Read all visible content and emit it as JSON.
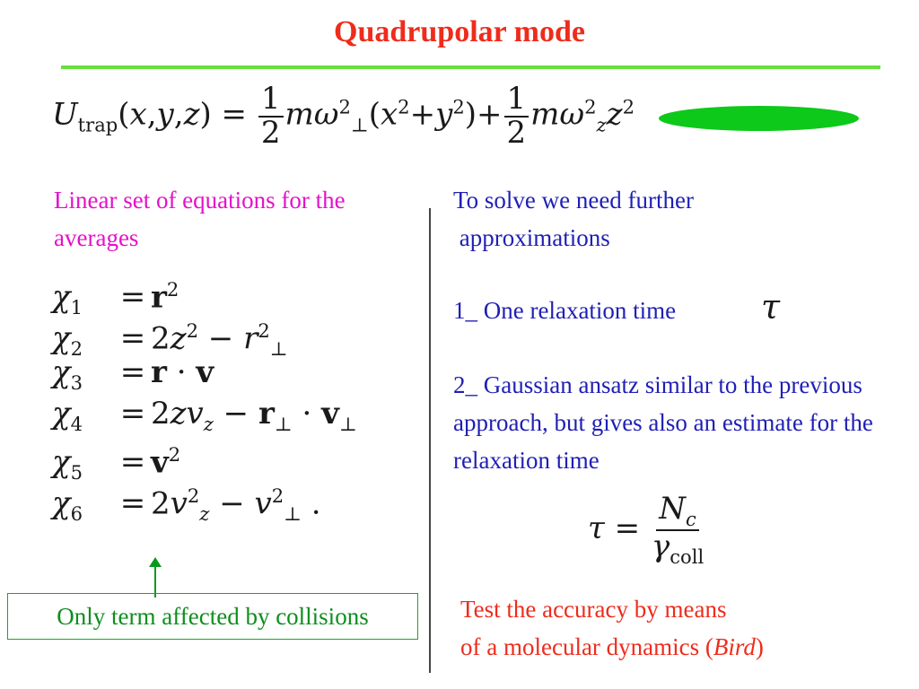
{
  "slide": {
    "title": "Quadrupolar mode",
    "left_heading": "Linear set of equations for the averages",
    "right_intro": "To solve we need further\n approximations",
    "approx1": "1_ One relaxation time",
    "approx2": "2_ Gaussian ansatz similar to the previous approach, but gives also an estimate for the relaxation time",
    "collisions_note": "Only term affected by collisions",
    "test_line1": "Test the accuracy by means",
    "test_line2_pre": "of a molecular dynamics (",
    "test_line2_em": "Bird",
    "test_line2_post": ")"
  },
  "colors": {
    "title": "#ee2c1c",
    "rule": "#66e03a",
    "ellipse": "#0dc91a",
    "left_heading": "#e412c8",
    "right_text": "#1f1fb5",
    "note": "#0d8f1d",
    "test": "#ee2c1c"
  }
}
